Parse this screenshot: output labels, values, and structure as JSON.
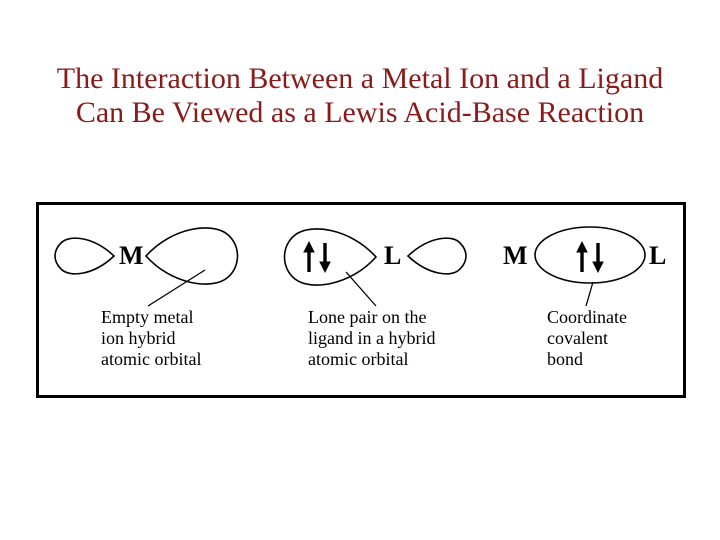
{
  "slide": {
    "background_color": "#ffffff",
    "title": {
      "line1": "The Interaction Between a Metal Ion and a Ligand",
      "line2": "Can Be Viewed as a Lewis Acid-Base Reaction",
      "color": "#8B1A1A"
    }
  },
  "figure": {
    "border_color": "#000000",
    "ink_color": "#000000",
    "panel_metal": {
      "symbol": "M",
      "caption": [
        "Empty metal",
        "ion hybrid",
        "atomic orbital"
      ],
      "orbital_icons": [
        "small-empty-teardrop-orbital",
        "large-empty-teardrop-orbital"
      ]
    },
    "panel_ligand": {
      "symbol": "L",
      "caption": [
        "Lone pair on the",
        "ligand in a hybrid",
        "atomic orbital"
      ],
      "electron_icons": [
        "electron-up-arrow",
        "electron-down-arrow"
      ],
      "orbital_icons": [
        "large-teardrop-orbital-with-lone-pair",
        "small-empty-teardrop-orbital"
      ]
    },
    "panel_bond": {
      "symbol_left": "M",
      "symbol_right": "L",
      "caption": [
        "Coordinate",
        "covalent",
        "bond"
      ],
      "electron_icons": [
        "electron-up-arrow",
        "electron-down-arrow"
      ],
      "orbital_icons": [
        "bond-ellipse-with-electron-pair"
      ]
    }
  }
}
